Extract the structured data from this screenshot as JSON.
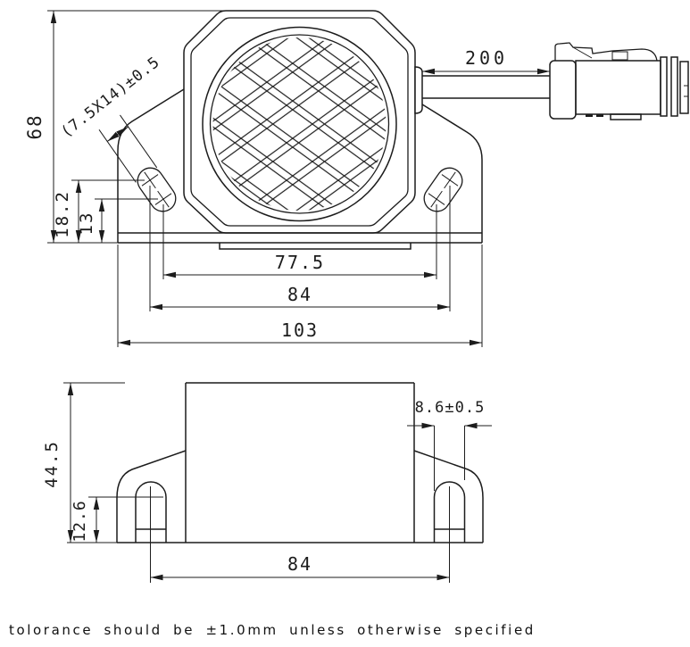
{
  "front_view": {
    "overall_height": "68",
    "slot_size": "(7.5X14)±0.5",
    "slot_center_upper": "18.2",
    "slot_center_lower": "13",
    "slot_span_inner": "77.5",
    "slot_span_outer": "84",
    "overall_width": "103",
    "cable_length": "200"
  },
  "side_view": {
    "overall_height": "44.5",
    "hole_center_height": "12.6",
    "hole_span": "84",
    "flange_slot_width": "8.6±0.5"
  },
  "note": "tolorance should be ±1.0mm unless otherwise specified",
  "colors": {
    "line": "#1c1c1c",
    "background": "#ffffff"
  }
}
